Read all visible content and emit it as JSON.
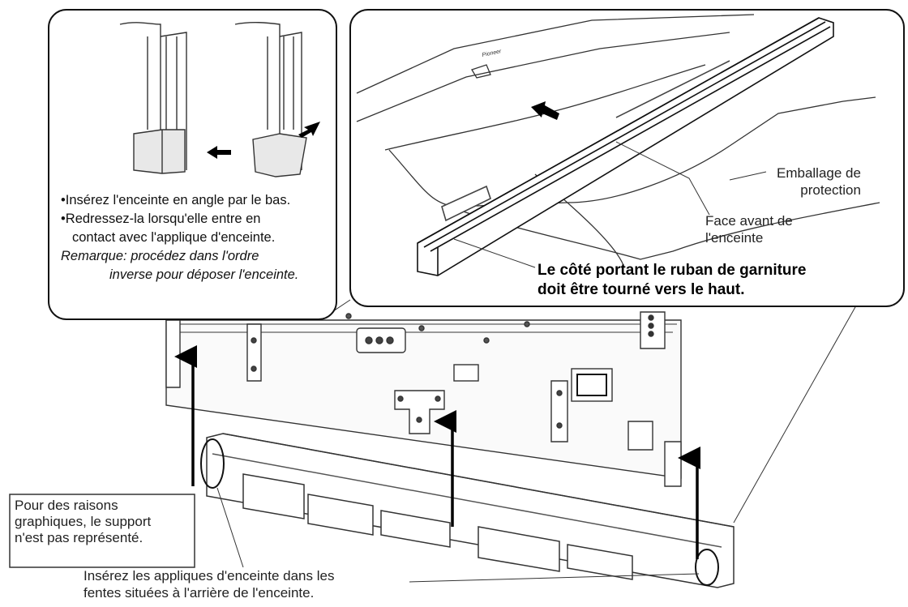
{
  "left_panel": {
    "bullet_1": "•Insérez l'enceinte en angle par le bas.",
    "bullet_2_line_1": "•Redressez-la lorsqu'elle entre en",
    "bullet_2_line_2": "contact avec l'applique d'enceinte.",
    "note_line_1": "Remarque: procédez dans l'ordre",
    "note_line_2": "inverse pour déposer l'enceinte."
  },
  "right_panel": {
    "label_protective_line_1": "Emballage de",
    "label_protective_line_2": "protection",
    "label_front_line_1": "Face avant de",
    "label_front_line_2": "l'enceinte",
    "bold_line_1": "Le côté portant le ruban de garniture",
    "bold_line_2": "doit être tourné vers le haut.",
    "brand_logo": "Pioneer"
  },
  "bottom": {
    "box_note_line_1": "Pour des raisons",
    "box_note_line_2": "graphiques, le support",
    "box_note_line_3": "n'est pas représenté.",
    "instruction_line_1": "Insérez les appliques d'enceinte dans les",
    "instruction_line_2": "fentes situées à l'arrière de l'enceinte."
  }
}
